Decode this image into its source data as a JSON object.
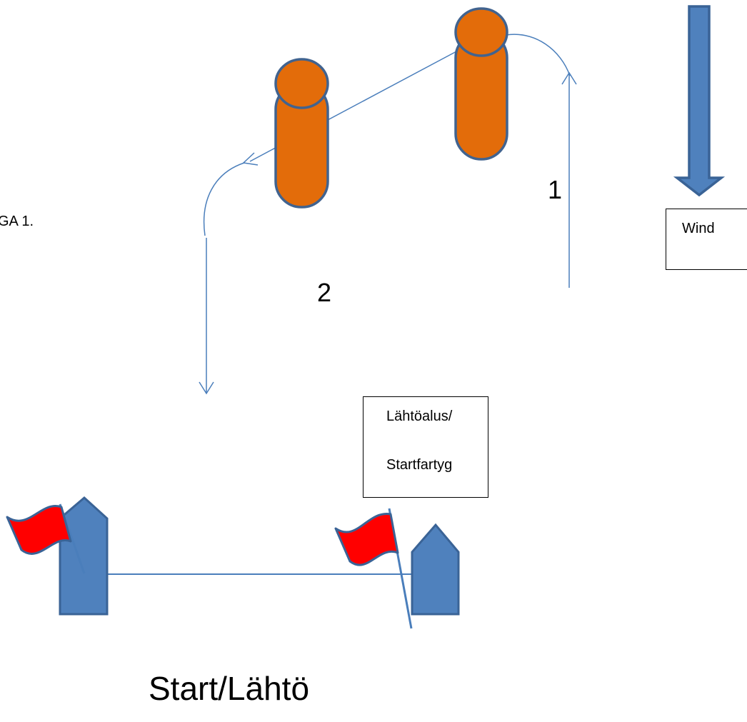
{
  "labels": {
    "left_cut_text": "GA 1.",
    "leg_1": "1",
    "leg_2": "2",
    "wind": "Wind",
    "start_vessel_line1": "Lähtöalus/",
    "start_vessel_line2": "Startfartyg",
    "start_line": "Start/Lähtö"
  },
  "colors": {
    "mark_fill": "#E36C0A",
    "mark_outline": "#41638F",
    "blue_shape": "#4F81BD",
    "blue_outline": "#3A6396",
    "course_line": "#4A7EBB",
    "flag": "#FF0000"
  },
  "icons": [
    "buoy-icon",
    "wind-arrow-icon",
    "flag-icon",
    "pin-buoy-icon",
    "start-vessel-icon"
  ]
}
